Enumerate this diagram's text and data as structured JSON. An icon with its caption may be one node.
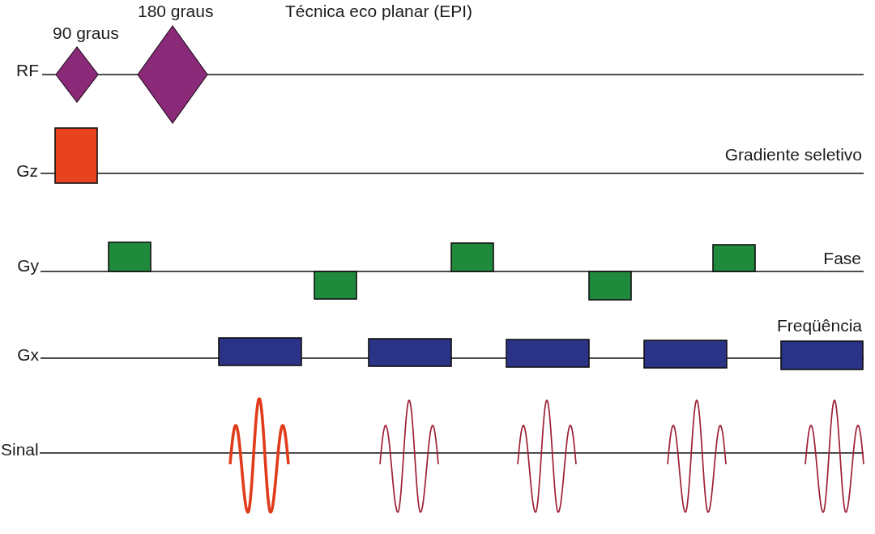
{
  "diagram": {
    "title": "Técnica eco planar (EPI)",
    "labels": [
      "90 graus",
      "180 graus",
      "RF",
      "Gz",
      "Gradiente seletivo",
      "Gy",
      "Fase",
      "Freqüência",
      "Gx",
      "Sinal"
    ]
  }
}
